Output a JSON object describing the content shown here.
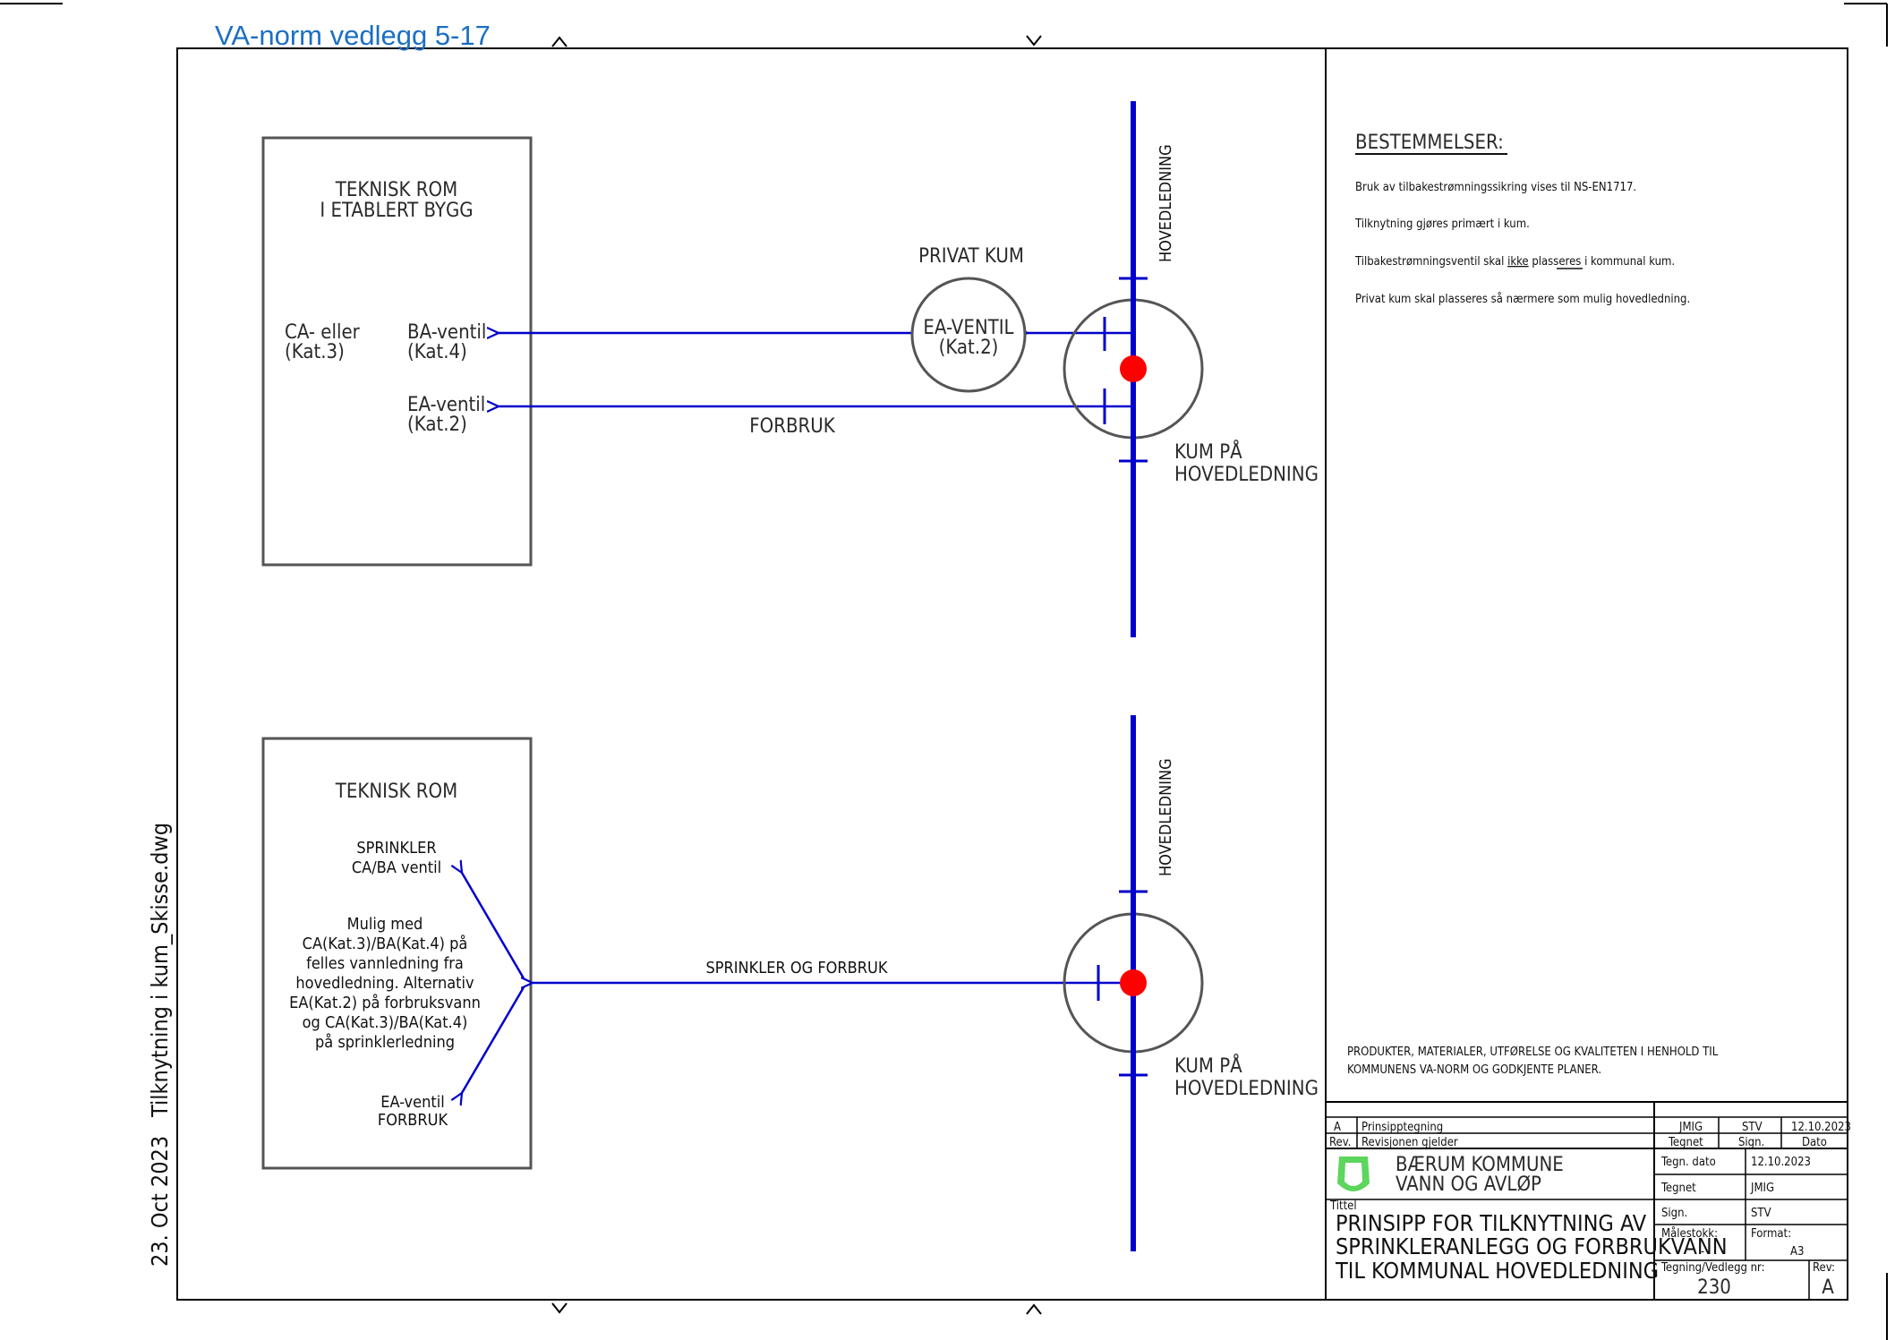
{
  "header": {
    "title": "VA-norm vedlegg 5-17"
  },
  "side_text": {
    "date": "23. Oct 2023",
    "file": "Tilknytning i kum_Skisse.dwg"
  },
  "colors": {
    "pipe": "#0000cc",
    "valve_point": "#ff0000",
    "outline": "#555555",
    "title_blue": "#1b6fc4",
    "logo": "#5cd65c"
  },
  "diagram_top": {
    "room_title": [
      "TEKNISK ROM",
      "I ETABLERT BYGG"
    ],
    "ca_label": [
      "CA- eller",
      "(Kat.3)"
    ],
    "ba_label": [
      "BA-ventil",
      "(Kat.4)"
    ],
    "ea_label": [
      "EA-ventil",
      "(Kat.2)"
    ],
    "private_kum_label": "PRIVAT KUM",
    "private_kum_valve": [
      "EA-VENTIL",
      "(Kat.2)"
    ],
    "pipe_label": "FORBRUK",
    "main_label": "HOVEDLEDNING",
    "kum_label": [
      "KUM PÅ",
      "HOVEDLEDNING"
    ]
  },
  "diagram_bottom": {
    "room_title": "TEKNISK ROM",
    "sprinkler_label": [
      "SPRINKLER",
      "CA/BA ventil"
    ],
    "note": [
      "Mulig med",
      "CA(Kat.3)/BA(Kat.4) på",
      "felles vannledning fra",
      "hovedledning. Alternativ",
      "EA(Kat.2) på forbruksvann",
      "og CA(Kat.3)/BA(Kat.4)",
      "på sprinklerledning"
    ],
    "ea_label": [
      "EA-ventil",
      "FORBRUK"
    ],
    "pipe_label": "SPRINKLER OG FORBRUK",
    "main_label": "HOVEDLEDNING",
    "kum_label": [
      "KUM PÅ",
      "HOVEDLEDNING"
    ]
  },
  "provisions": {
    "heading": "BESTEMMELSER:",
    "line1": "Bruk av tilbakestrømningssikring vises til NS-EN1717.",
    "line2": "Tilknytning gjøres primært i kum.",
    "line3_pre": "Tilbakestrømningsventil skal ",
    "line3_ul": "ikke",
    "line3_post": " plasseres i kommunal kum.",
    "line4": "Privat kum skal plasseres så nærmere som mulig hovedledning.",
    "products": [
      "PRODUKTER, MATERIALER, UTFØRELSE OG KVALITETEN I HENHOLD TIL",
      "KOMMUNENS VA-NORM OG GODKJENTE PLANER."
    ]
  },
  "title_block": {
    "rev_letter": "A",
    "rev_desc": "Prinsipptegning",
    "rev_drawn": "JMIG",
    "rev_sign": "STV",
    "rev_date": "12.10.2023",
    "hdr_rev": "Rev.",
    "hdr_desc": "Revisjonen gjelder",
    "hdr_drawn": "Tegnet",
    "hdr_sign": "Sign.",
    "hdr_date": "Dato",
    "org": [
      "BÆRUM KOMMUNE",
      "VANN OG AVLØP"
    ],
    "tegn_dato_label": "Tegn. dato",
    "tegn_dato": "12.10.2023",
    "tegnet_label": "Tegnet",
    "tegnet": "JMIG",
    "sign_label": "Sign.",
    "sign": "STV",
    "tittel_label": "Tittel",
    "title": [
      "PRINSIPP FOR TILKNYTNING AV",
      "SPRINKLERANLEGG OG FORBRUKVANN",
      "TIL KOMMUNAL HOVEDLEDNING"
    ],
    "scale_label": "Målestokk:",
    "scale": "-",
    "format_label": "Format:",
    "format": "A3",
    "drawing_no_label": "Tegning/Vedlegg nr:",
    "drawing_no": "230",
    "rev_label": "Rev:",
    "rev": "A"
  }
}
